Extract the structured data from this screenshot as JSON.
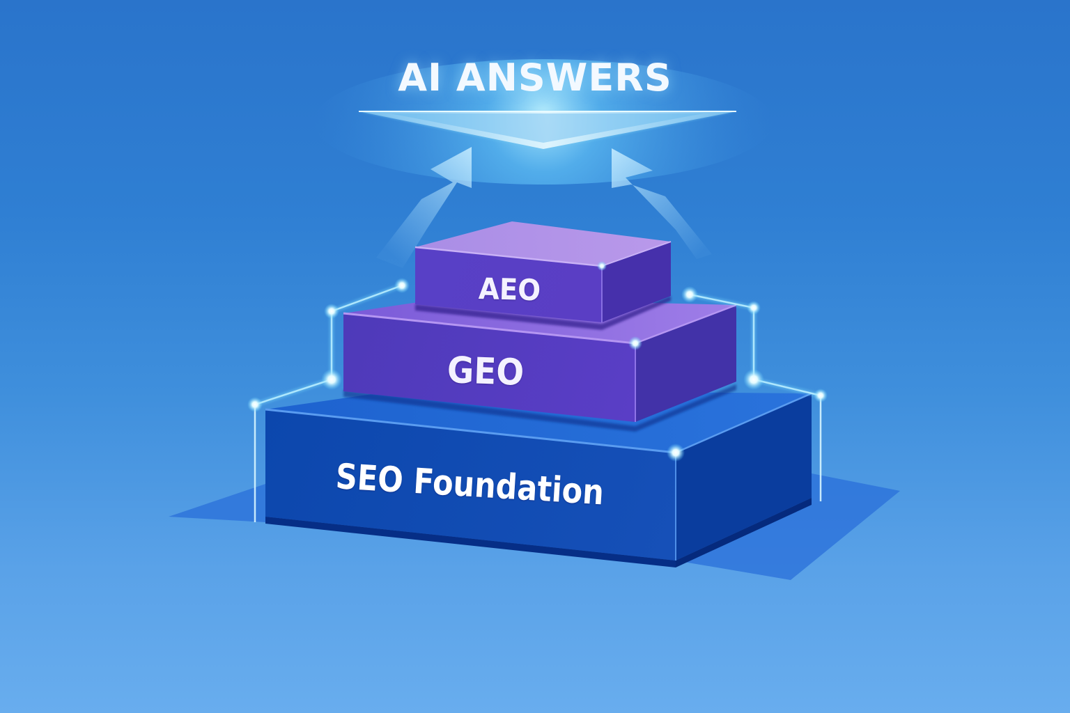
{
  "diagram": {
    "title": "AI ANSWERS",
    "layers": [
      {
        "id": "aeo",
        "label": "AEO",
        "level": 3,
        "color": "#5a3fc6"
      },
      {
        "id": "geo",
        "label": "GEO",
        "level": 2,
        "color": "#5038bb"
      },
      {
        "id": "seo",
        "label": "SEO Foundation",
        "level": 1,
        "color": "#0d47ad"
      }
    ],
    "arrows": [
      {
        "id": "left-arrow",
        "direction": "up-right",
        "target": "AI ANSWERS"
      },
      {
        "id": "right-arrow",
        "direction": "up-left",
        "target": "AI ANSWERS"
      }
    ],
    "colors": {
      "background_top": "#2a74cb",
      "background_bottom": "#68adee",
      "glow": "#bfefff",
      "node": "#e9fbff"
    }
  }
}
